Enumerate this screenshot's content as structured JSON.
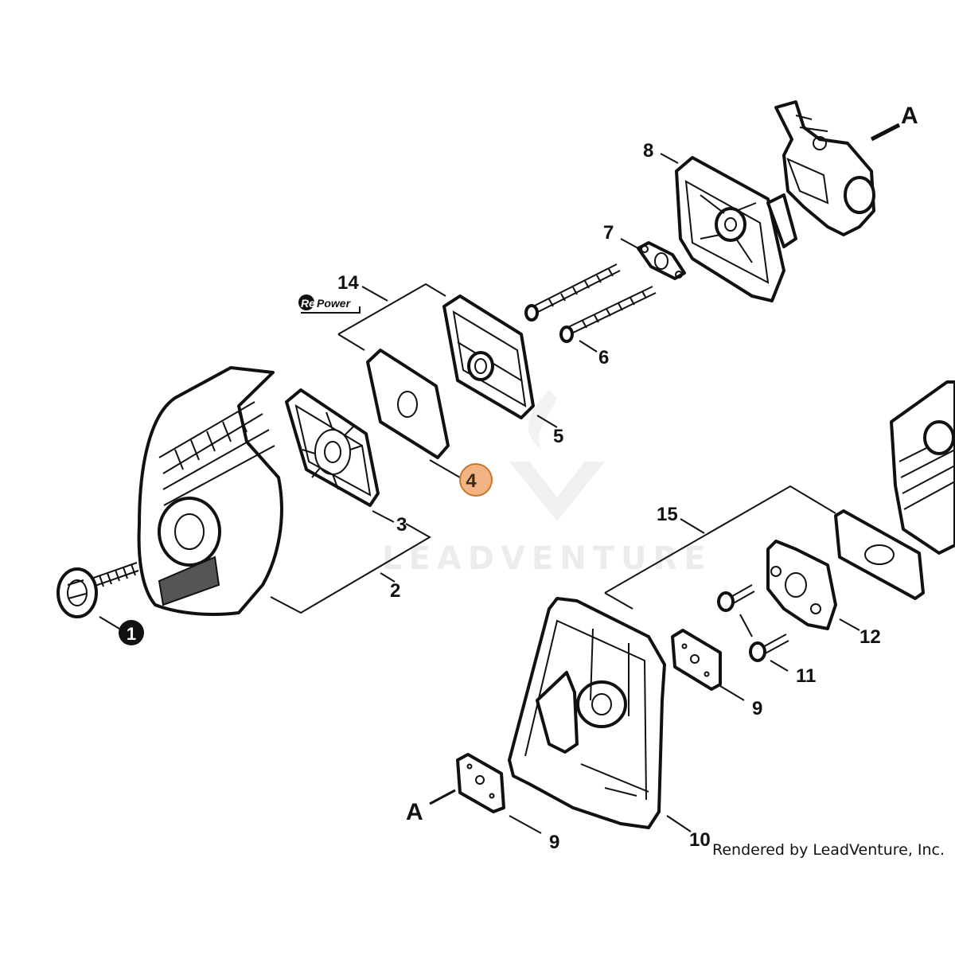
{
  "diagram": {
    "labels": {
      "p1": "1",
      "p2": "2",
      "p3": "3",
      "p4": "4",
      "p5": "5",
      "p6": "6",
      "p7": "7",
      "p8": "8",
      "p9a": "9",
      "p9b": "9",
      "p10": "10",
      "p11": "11",
      "p12": "12",
      "p14": "14",
      "p15": "15",
      "a_top": "A",
      "a_bottom": "A"
    },
    "badge_text": "RePower",
    "watermark": "LEADVENTURE",
    "credit": "Rendered by LeadVenture, Inc.",
    "highlight_color": "#f2b482",
    "highlight_stroke": "#c8772f",
    "callout_fill": "#111111"
  }
}
